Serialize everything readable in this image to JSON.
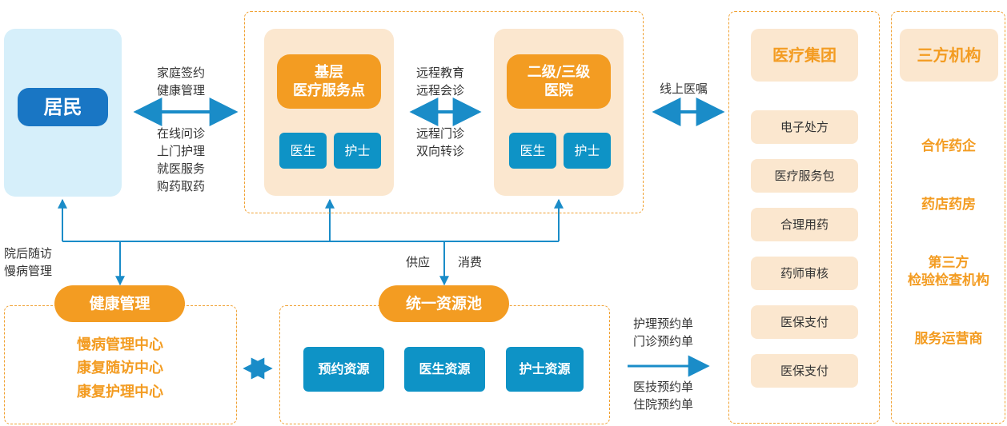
{
  "resident": {
    "label": "居民",
    "box_color": "#d6effa",
    "pill_color": "#1976c4"
  },
  "link_resident_primary": {
    "top": [
      "家庭签约",
      "健康管理"
    ],
    "bottom": [
      "在线问诊",
      "上门护理",
      "就医服务",
      "购药取药"
    ]
  },
  "primary_care": {
    "title": [
      "基层",
      "医疗服务点"
    ],
    "doctor": "医生",
    "nurse": "护士"
  },
  "link_primary_hospital": {
    "top": [
      "远程教育",
      "远程会诊"
    ],
    "bottom": [
      "远程门诊",
      "双向转诊"
    ]
  },
  "hospital": {
    "title": [
      "二级/三级",
      "医院"
    ],
    "doctor": "医生",
    "nurse": "护士"
  },
  "link_hospital_group": {
    "label": "线上医嘱"
  },
  "medical_group": {
    "title": "医疗集团",
    "items": [
      "电子处方",
      "医疗服务包",
      "合理用药",
      "药师审核",
      "医保支付",
      "医保支付"
    ]
  },
  "third_party": {
    "title": "三方机构",
    "items": [
      "合作药企",
      "药店药房",
      "第三方\n检验检查机构",
      "服务运营商"
    ]
  },
  "followup": [
    "院后随访",
    "慢病管理"
  ],
  "health_mgmt": {
    "title": "健康管理",
    "items": [
      "慢病管理中心",
      "康复随访中心",
      "康复护理中心"
    ]
  },
  "pool_link": {
    "supply": "供应",
    "consume": "消费"
  },
  "resource_pool": {
    "title": "统一资源池",
    "items": [
      "预约资源",
      "医生资源",
      "护士资源"
    ]
  },
  "booking": {
    "top": [
      "护理预约单",
      "门诊预约单"
    ],
    "bottom": [
      "医技预约单",
      "住院预约单"
    ]
  },
  "colors": {
    "orange": "#f39c22",
    "blue": "#0e93c6",
    "navy_blue": "#1976c4",
    "peach": "#fbe7cf",
    "line": "#1a8cc8"
  }
}
